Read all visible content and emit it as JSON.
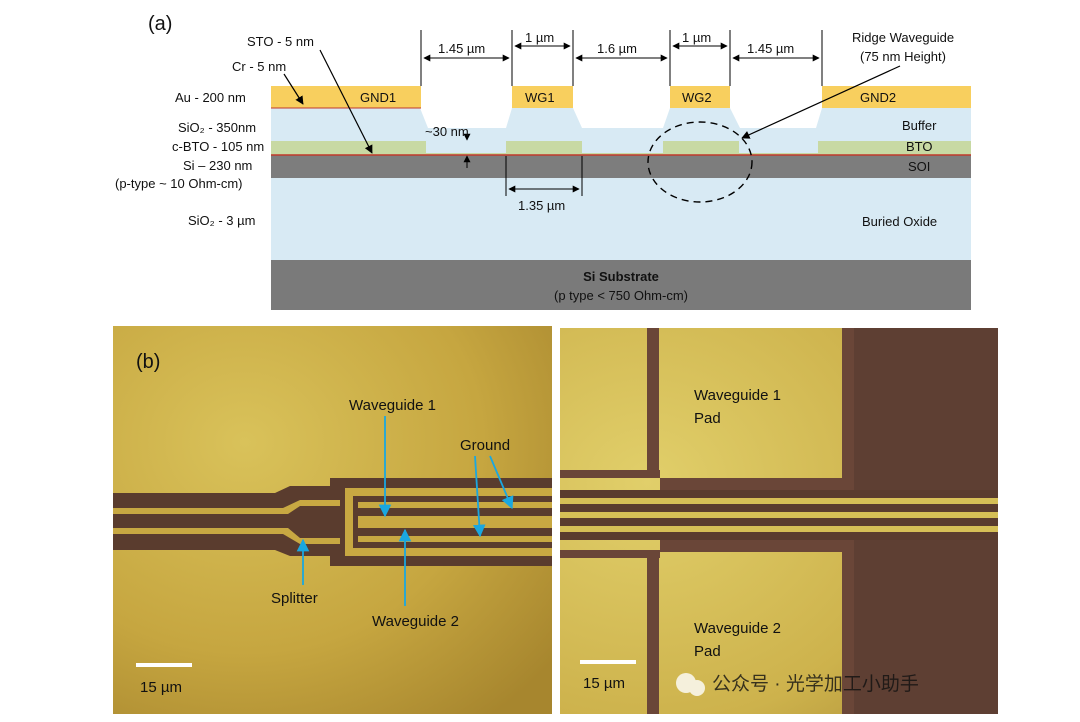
{
  "panel_a": {
    "label": "(a)",
    "layers_left": {
      "sto": "STO - 5 nm",
      "cr": "Cr - 5 nm",
      "au": "Au - 200 nm",
      "sio2": "SiO₂ - 350nm",
      "cbto": "c-BTO - 105 nm",
      "si": "Si – 230 nm",
      "si_note": "(p-type ~ 10 Ohm-cm)",
      "box": "SiO₂ - 3 µm"
    },
    "layers_right": {
      "ridge_title": "Ridge Waveguide",
      "ridge_sub": "(75 nm Height)",
      "buffer": "Buffer",
      "bto": "BTO",
      "soi": "SOI",
      "buried": "Buried Oxide"
    },
    "electrodes": {
      "gnd1": "GND1",
      "wg1": "WG1",
      "wg2": "WG2",
      "gnd2": "GND2"
    },
    "dimensions": {
      "gap1": "1.45 µm",
      "w1": "1 µm",
      "gap_mid": "1.6 µm",
      "w2": "1 µm",
      "gap2": "1.45 µm",
      "thick": "~30 nm",
      "ridge_w": "1.35 µm"
    },
    "substrate": {
      "title": "Si Substrate",
      "note": "(p type < 750 Ohm-cm)"
    }
  },
  "panel_b": {
    "label": "(b)",
    "left": {
      "waveguide1": "Waveguide 1",
      "ground": "Ground",
      "splitter": "Splitter",
      "waveguide2": "Waveguide 2",
      "scale": "15 µm"
    },
    "right": {
      "pad1_l1": "Waveguide 1",
      "pad1_l2": "Pad",
      "pad2_l1": "Waveguide 2",
      "pad2_l2": "Pad",
      "scale": "15 µm"
    }
  },
  "watermark": "公众号 · 光学加工小助手",
  "colors": {
    "gold": "#f8cf5e",
    "buffer": "#d8eaf4",
    "bto": "#c8d9a3",
    "soi": "#7d7d7d",
    "substrate": "#7a7a7a",
    "micro_gold": "#c8a842",
    "micro_dark": "#5a3c2e",
    "arrow_blue": "#1aa7e0"
  }
}
